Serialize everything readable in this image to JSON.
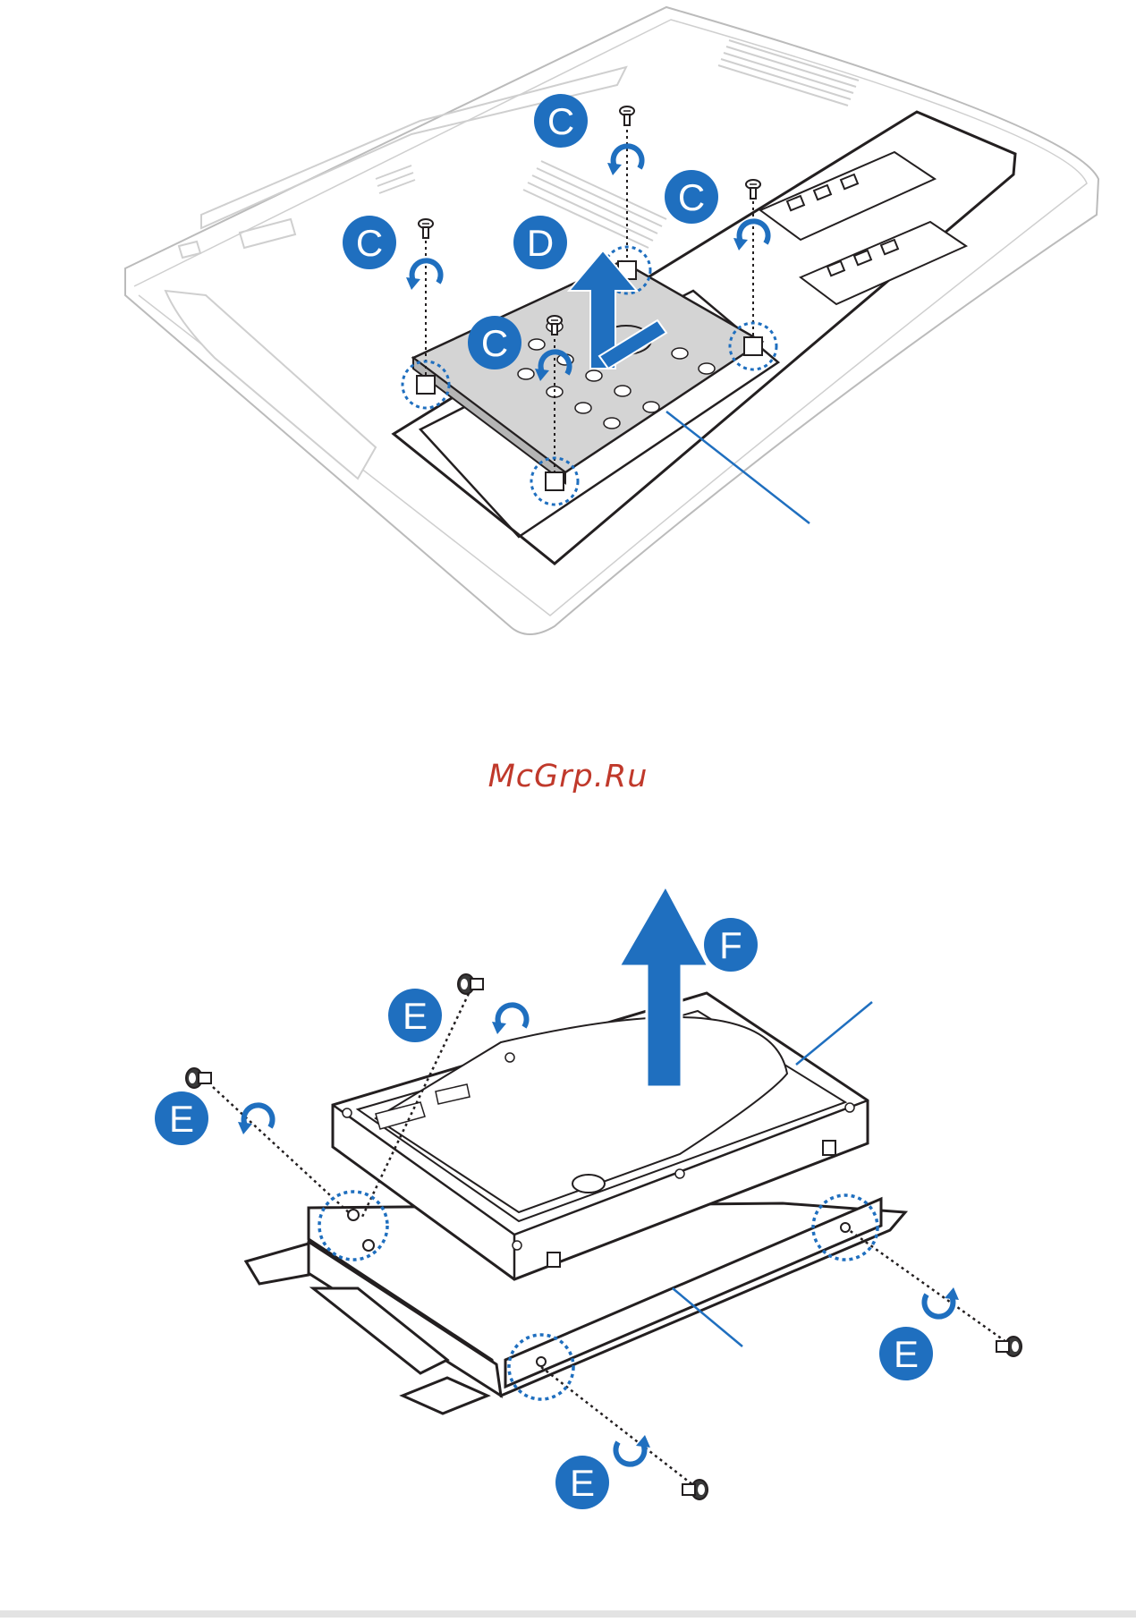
{
  "watermark": {
    "text": "McGrp.Ru",
    "color": "#c0392b"
  },
  "colors": {
    "accent_blue": "#1f6fbf",
    "line": "#231f20",
    "panel_gray": "#d4d4d4"
  },
  "figure_top": {
    "step_labels": [
      "C",
      "C",
      "C",
      "C",
      "D"
    ],
    "icons": [
      "screw-icon",
      "rotate-counterclockwise-icon",
      "lift-up-arrow-icon"
    ]
  },
  "figure_bottom": {
    "step_labels": [
      "E",
      "E",
      "E",
      "E",
      "F"
    ],
    "icons": [
      "screw-icon",
      "rotate-counterclockwise-icon",
      "lift-up-arrow-icon"
    ]
  }
}
